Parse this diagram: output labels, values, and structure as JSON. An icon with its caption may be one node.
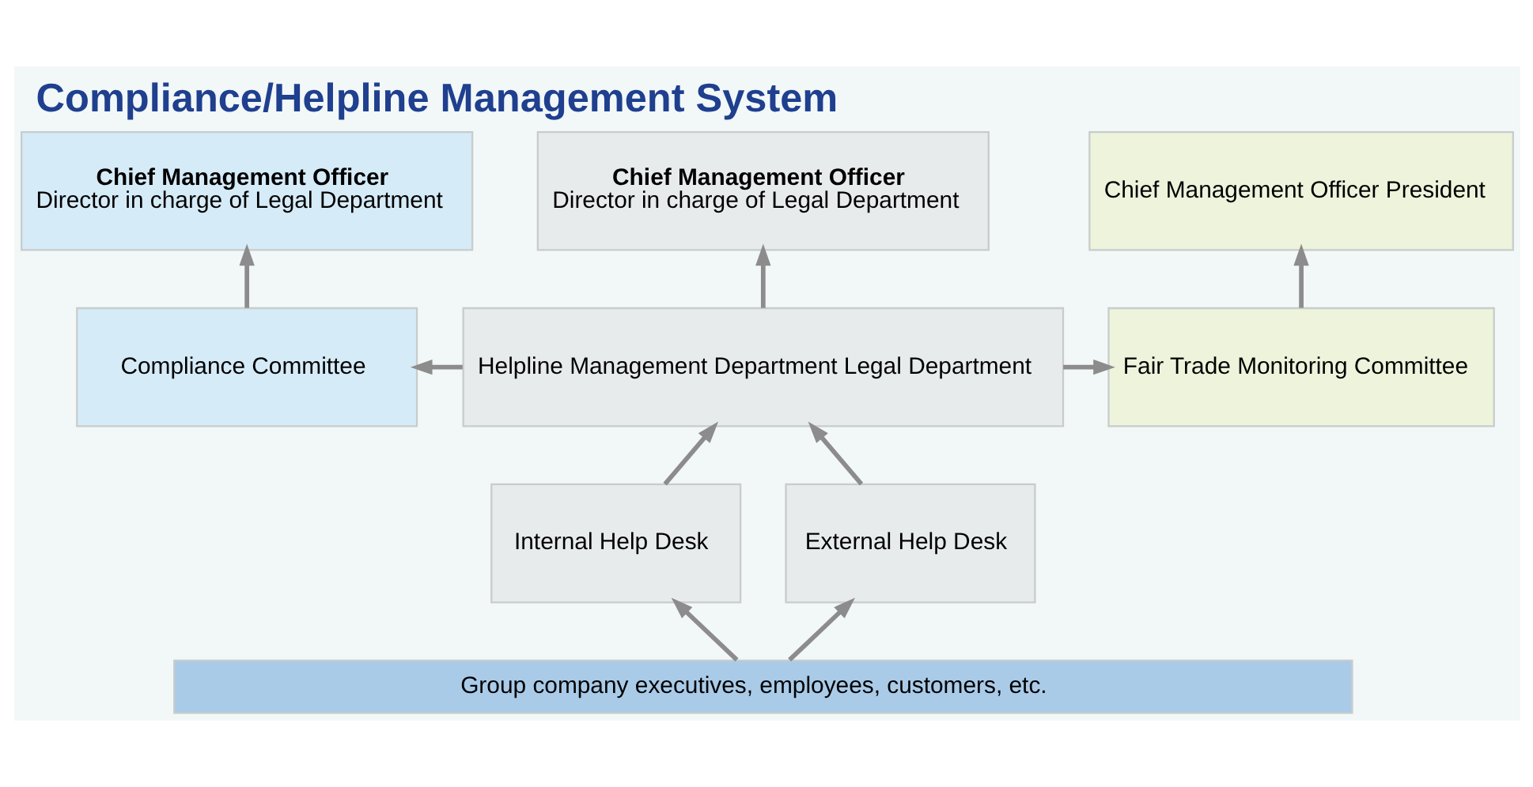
{
  "diagram": {
    "title": "Compliance/Helpline Management System",
    "nodes": [
      {
        "text": [
          "Chief Management Officer",
          "Director in charge of Legal Department"
        ]
      },
      {
        "text": [
          "Chief Management Officer",
          "Director in charge of Legal Department"
        ]
      },
      {
        "text": [
          "Chief Management Officer President"
        ]
      },
      {
        "text": [
          "Compliance Committee"
        ]
      },
      {
        "text": [
          "Helpline Management Department Legal Department"
        ]
      },
      {
        "text": [
          "Fair Trade Monitoring Committee"
        ]
      },
      {
        "text": [
          "Internal Help Desk"
        ]
      },
      {
        "text": [
          "External Help Desk"
        ]
      },
      {
        "text": [
          "Group company executives, employees, customers, etc."
        ]
      }
    ],
    "edges": [
      {
        "from": 3,
        "to": 0,
        "arrow": "to"
      },
      {
        "from": 4,
        "to": 1,
        "arrow": "to"
      },
      {
        "from": 5,
        "to": 2,
        "arrow": "to"
      },
      {
        "from": 4,
        "to": 3,
        "arrow": "to"
      },
      {
        "from": 4,
        "to": 5,
        "arrow": "to"
      },
      {
        "from": 6,
        "to": 4,
        "arrow": "to"
      },
      {
        "from": 7,
        "to": 4,
        "arrow": "to"
      },
      {
        "from": 8,
        "to": 6,
        "arrow": "to"
      },
      {
        "from": 8,
        "to": 7,
        "arrow": "to"
      }
    ]
  }
}
